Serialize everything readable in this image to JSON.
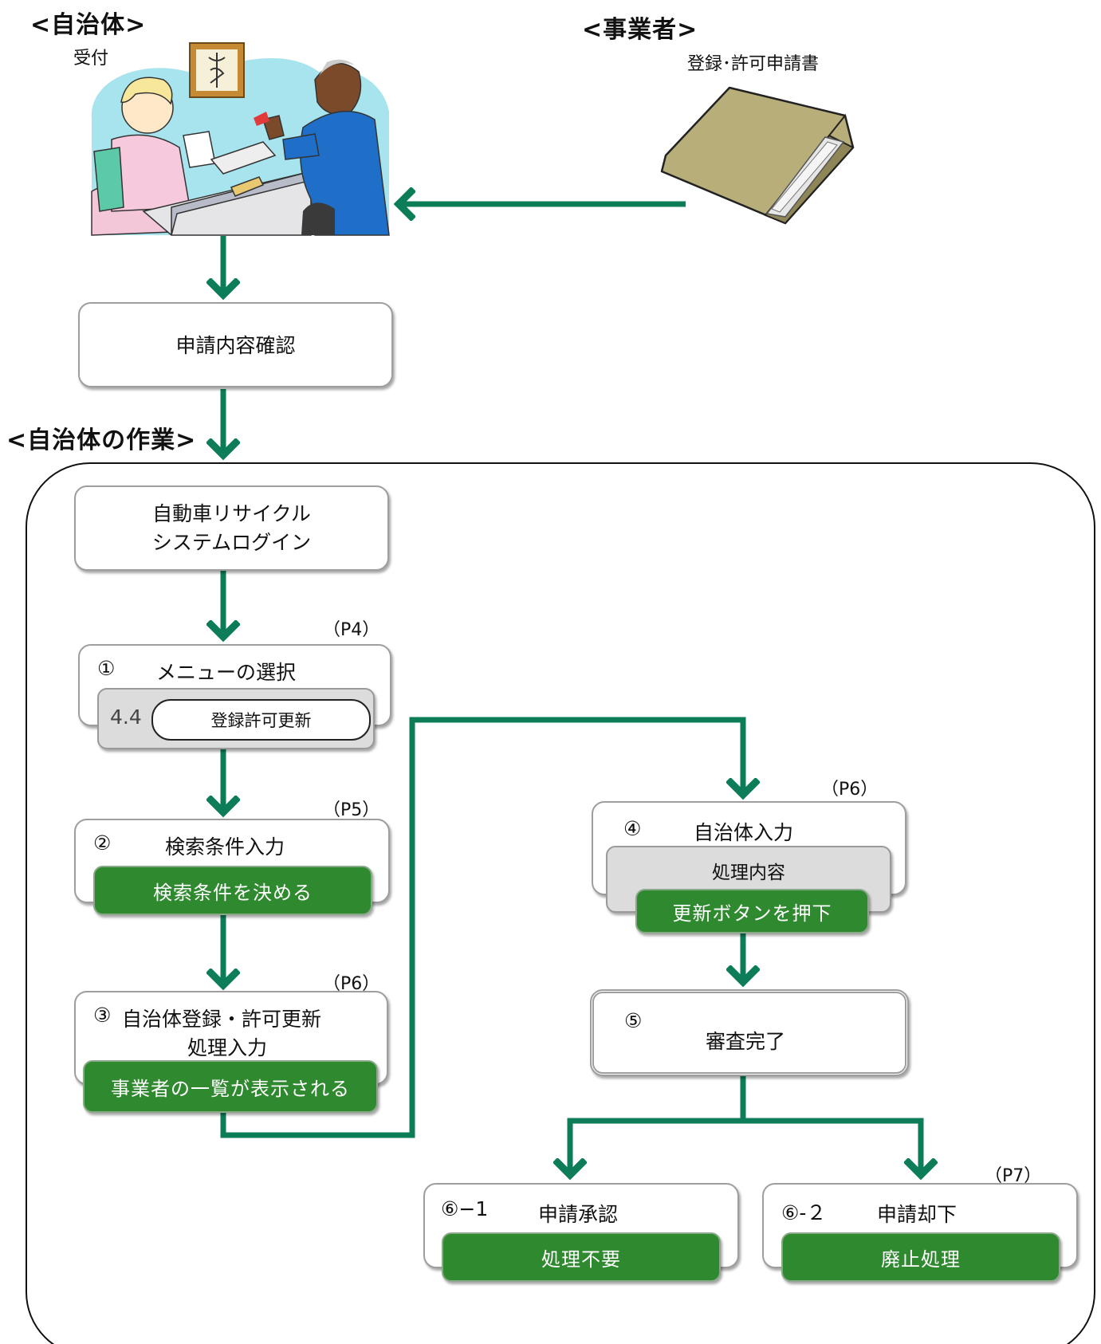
{
  "headings": {
    "municipality": "<自治体>",
    "business": "<事業者>",
    "municipality_work": "<自治体の作業>"
  },
  "labels": {
    "reception": "受付",
    "application_form": "登録･許可申請書"
  },
  "steps": {
    "check": "申請内容確認",
    "login_line1": "自動車リサイクル",
    "login_line2": "システムログイン",
    "step1": {
      "ref": "（P4）",
      "num": "①",
      "title": "メニューの選択",
      "menu_no": "4.4",
      "menu_item": "登録許可更新"
    },
    "step2": {
      "ref": "（P5）",
      "num": "②",
      "title": "検索条件入力",
      "action": "検索条件を決める"
    },
    "step3": {
      "ref": "（P6）",
      "num": "③",
      "title_line1": "自治体登録・許可更新",
      "title_line2": "処理入力",
      "action": "事業者の一覧が表示される"
    },
    "step4": {
      "ref": "（P6）",
      "num": "④",
      "title": "自治体入力",
      "sub": "処理内容",
      "action": "更新ボタンを押下"
    },
    "step5": {
      "num": "⑤",
      "title": "審査完了"
    },
    "step6_1": {
      "num": "⑥−1",
      "title": "申請承認",
      "action": "処理不要"
    },
    "step6_2": {
      "ref": "（P7）",
      "num": "⑥-２",
      "title": "申請却下",
      "action": "廃止処理"
    }
  },
  "colors": {
    "arrow": "#0d7d59",
    "green_bar": "#2f8a2f",
    "gray_bar": "#dcdcdc",
    "border": "#9e9e9e"
  }
}
